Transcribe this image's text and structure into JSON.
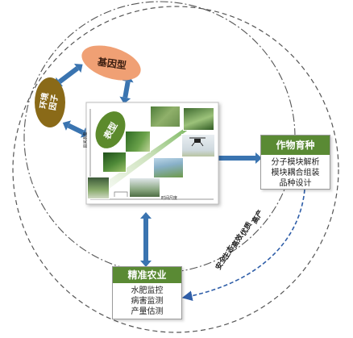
{
  "nodes": {
    "genotype": "基因型",
    "environment": [
      "环境",
      "因子"
    ],
    "phenotype": "表型"
  },
  "plot": {
    "y_axis_label": "田间表型",
    "x_axis_label": "时间尺度"
  },
  "breeding": {
    "title": "作物育种",
    "items": [
      "分子模块解析",
      "模块耦合组装",
      "品种设计"
    ]
  },
  "agriculture": {
    "title": "精准农业",
    "items": [
      "水肥监控",
      "病害监测",
      "产量估测"
    ]
  },
  "benefits": [
    "高产",
    "优质",
    "高效",
    "生态",
    "安全"
  ],
  "colors": {
    "genotype_fill": "#f0a074",
    "environment_fill": "#8a6a18",
    "phenotype_fill": "#5c8a2c",
    "card_header": "#5a8a34",
    "arrow_blue": "#3a74b0",
    "dash_blue": "#2f5ea8"
  }
}
